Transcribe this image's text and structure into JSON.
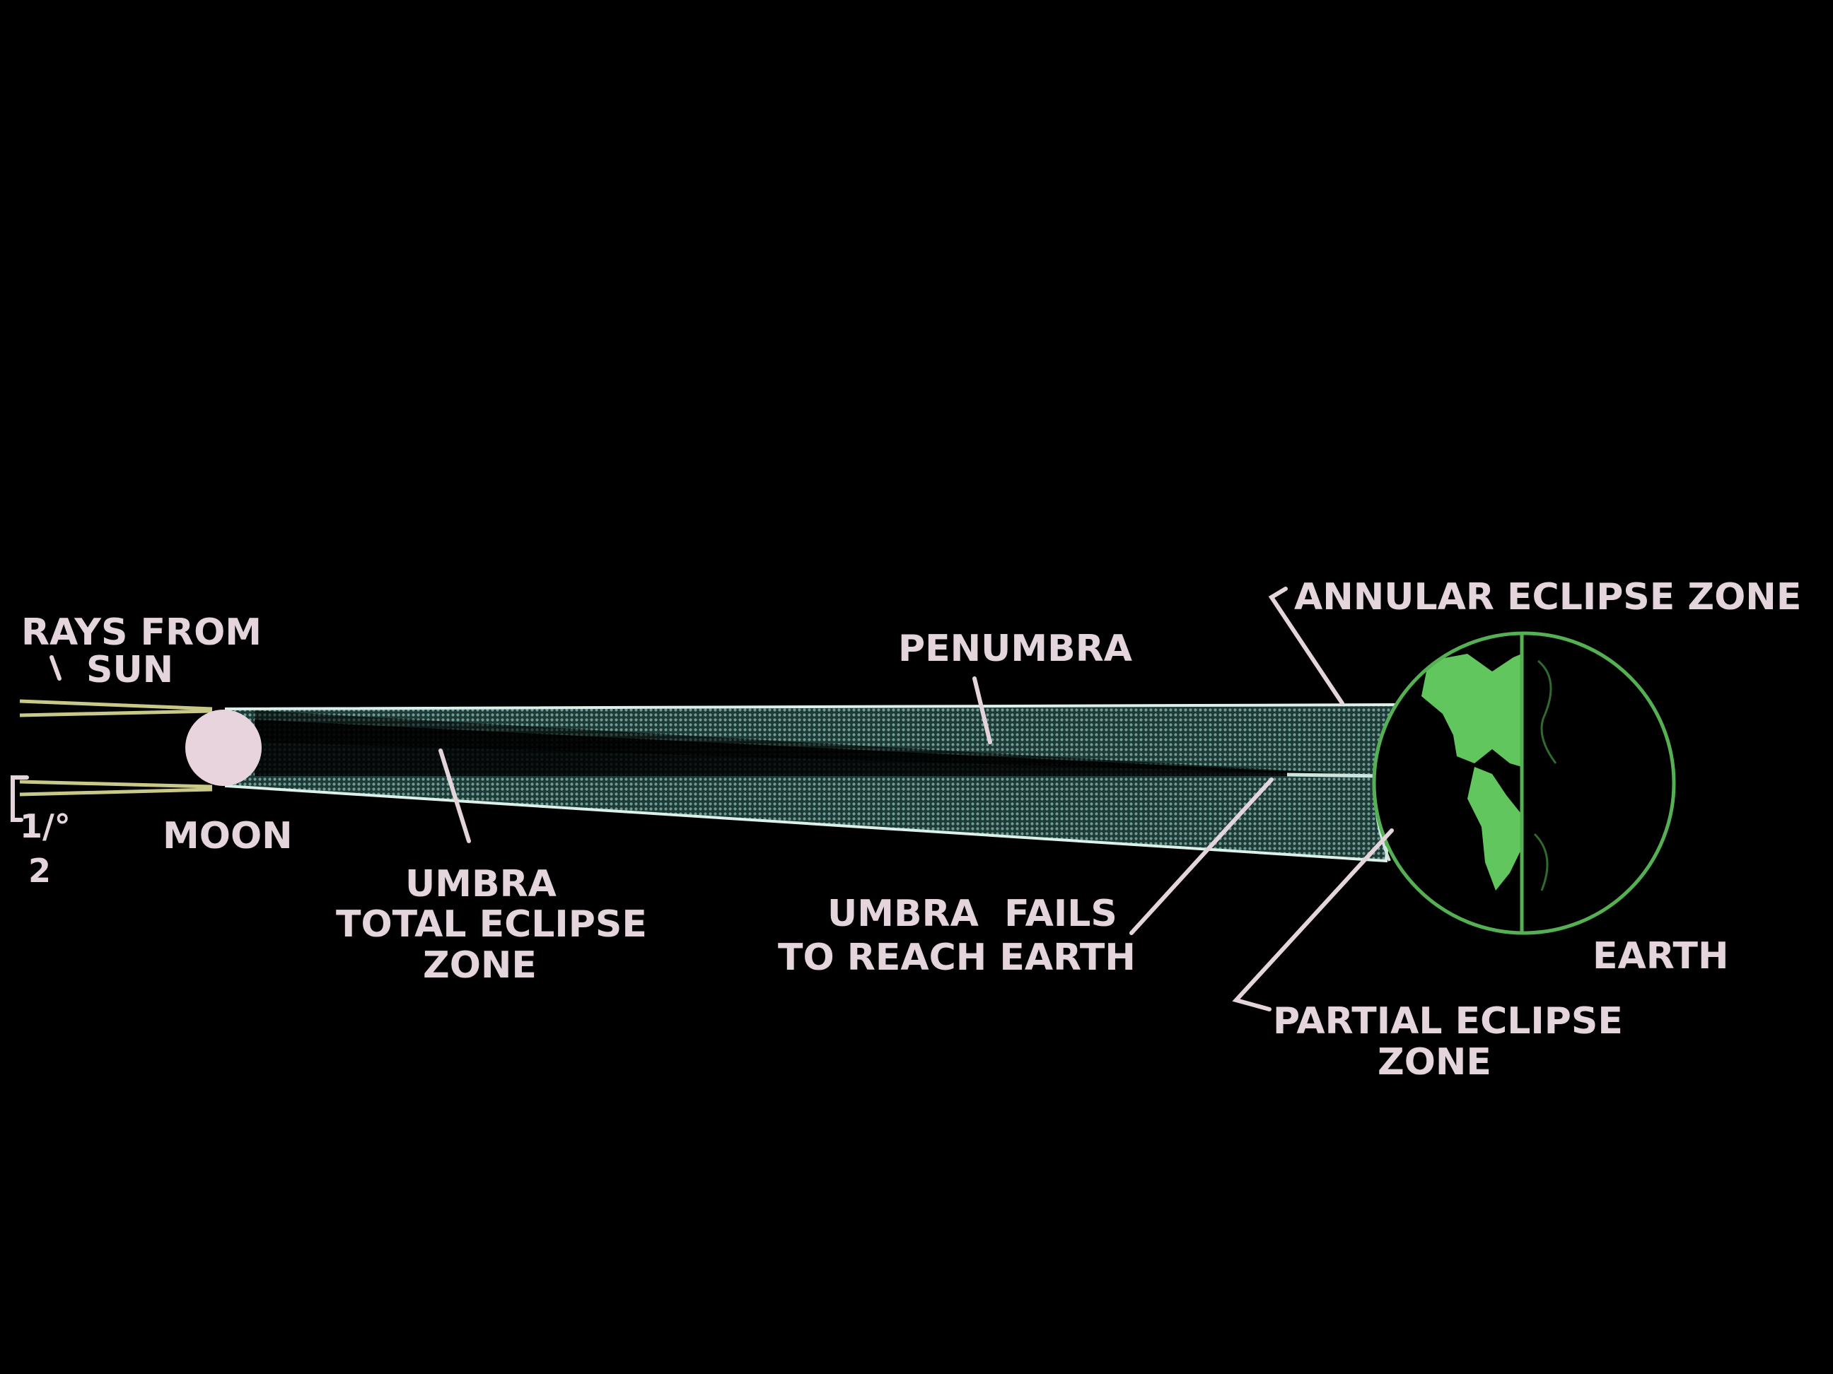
{
  "labels": {
    "rays_line1": "RAYS FROM",
    "rays_line2": "SUN",
    "moon": "MOON",
    "half_num": "1/°",
    "half_den": "2",
    "penumbra": "PENUMBRA",
    "umbra_line1": "UMBRA",
    "umbra_line2": "TOTAL ECLIPSE",
    "umbra_line3": "ZONE",
    "fails_line1": "UMBRA  FAILS",
    "fails_line2": "TO REACH EARTH",
    "annular": "ANNULAR ECLIPSE ZONE",
    "partial_line1": "PARTIAL ECLIPSE",
    "partial_line2": "ZONE",
    "earth": "EARTH"
  },
  "colors": {
    "background": "#000000",
    "label": "#e4d4dc",
    "rays": "#c8c888",
    "moon": "#e8d4dc",
    "penumbra": "#3c6e66",
    "penumbra_edge": "#dcf0ea",
    "earth_land": "#62c65e",
    "earth_outline": "#54b052"
  }
}
